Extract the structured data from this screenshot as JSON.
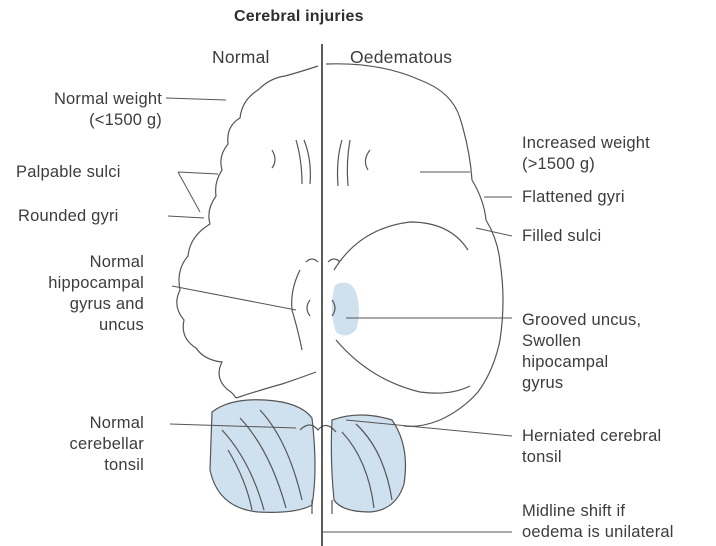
{
  "title": "Cerebral injuries",
  "headers": {
    "left": "Normal",
    "right": "Oedematous"
  },
  "labels": {
    "normal_weight": "Normal weight\n(<1500 g)",
    "palpable_sulci": "Palpable sulci",
    "rounded_gyri": "Rounded gyri",
    "normal_hippocampal": "Normal\nhippocampal\ngyrus and\nuncus",
    "normal_tonsil": "Normal\ncerebellar\ntonsil",
    "increased_weight": "Increased weight\n(>1500 g)",
    "flattened_gyri": "Flattened gyri",
    "filled_sulci": "Filled sulci",
    "grooved_uncus": "Grooved uncus,\nSwollen\nhipocampal\ngyrus",
    "herniated_tonsil": "Herniated cerebral\ntonsil",
    "midline_shift": "Midline shift if\noedema is unilateral"
  },
  "colors": {
    "line": "#555555",
    "highlight": "#cfe0ee",
    "text": "#3c3c3c"
  }
}
